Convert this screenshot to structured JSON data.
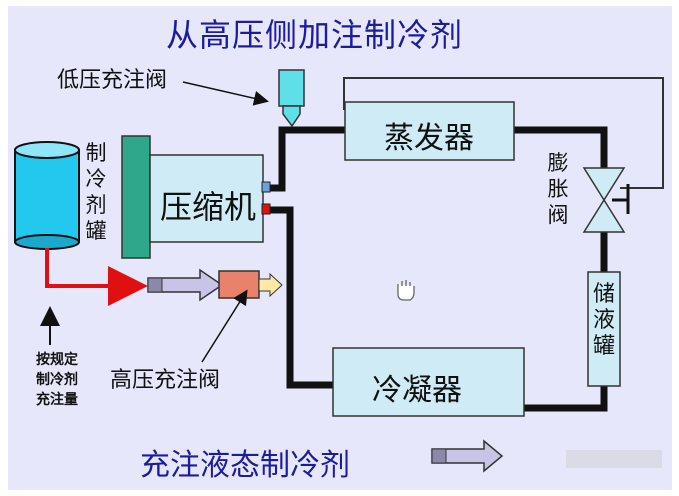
{
  "title": "从高压侧加注制冷剂",
  "subtitle": "充注液态制冷剂",
  "labels": {
    "low_pressure_valve": "低压充注阀",
    "high_pressure_valve": "高压充注阀",
    "refrigerant_tank": "制冷剂罐",
    "compressor": "压缩机",
    "evaporator": "蒸发器",
    "expansion_valve": "膨胀阀",
    "receiver": "储液罐",
    "condenser": "冷凝器",
    "charge_note_line1": "按规定",
    "charge_note_line2": "制冷剂",
    "charge_note_line3": "充注量"
  },
  "colors": {
    "title": "#1c1c9e",
    "box_fill": "#cfecf6",
    "pipe": "#111111",
    "refrigerant_line": "#e01010",
    "tank": "#22c8ee",
    "compressor_plate": "#2ea88a",
    "valve_fill": "#e8826a",
    "low_valve_fill": "#5fe0e8"
  }
}
